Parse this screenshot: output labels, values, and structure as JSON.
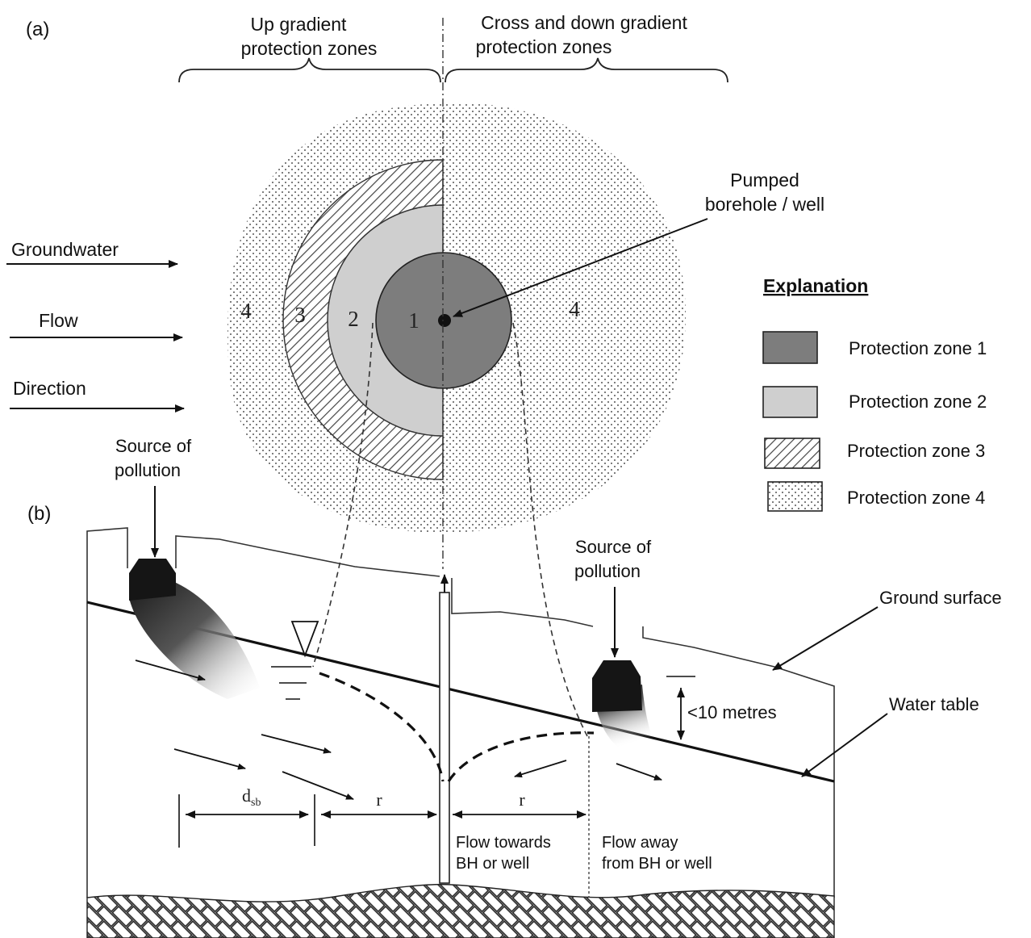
{
  "panel_a": {
    "label": "(a)",
    "up_gradient": [
      "Up gradient",
      "protection zones"
    ],
    "cross_down_gradient": [
      "Cross and down gradient",
      "protection zones"
    ],
    "groundwater_flow": [
      "Groundwater",
      "Flow",
      "Direction"
    ],
    "pumped_well": [
      "Pumped",
      "borehole / well"
    ],
    "zone_numbers": {
      "z4_left": "4",
      "z3": "3",
      "z2": "2",
      "z1": "1",
      "z4_right": "4"
    }
  },
  "legend": {
    "title": "Explanation",
    "items": [
      {
        "label": "Protection zone 1",
        "pattern": "dark",
        "color": "#7d7d7d"
      },
      {
        "label": "Protection zone 2",
        "pattern": "light",
        "color": "#cfcfcf"
      },
      {
        "label": "Protection zone 3",
        "pattern": "hatch",
        "color": "#444444"
      },
      {
        "label": "Protection zone 4",
        "pattern": "dots",
        "color": "#555555"
      }
    ]
  },
  "panel_b": {
    "label": "(b)",
    "source_left": [
      "Source of",
      "pollution"
    ],
    "source_right": [
      "Source of",
      "pollution"
    ],
    "ground_surface": "Ground surface",
    "water_table": "Water table",
    "depth": "<10 metres",
    "dsb_main": "d",
    "dsb_sub": "sb",
    "r_left": "r",
    "r_right": "r",
    "flow_towards": [
      "Flow towards",
      "BH or well"
    ],
    "flow_away": [
      "Flow away",
      "from BH or well"
    ]
  }
}
